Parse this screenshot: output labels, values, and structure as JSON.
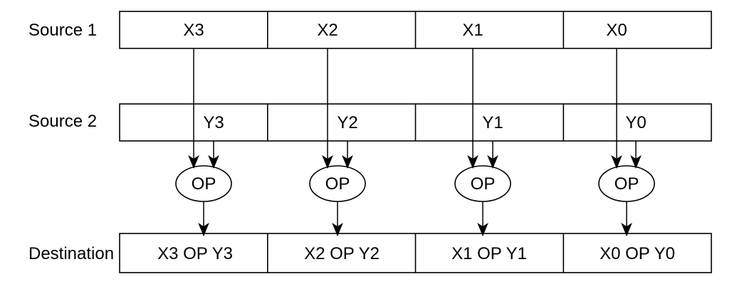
{
  "diagram": {
    "description": "Packed SIMD operation on four data elements",
    "background_color": "#ffffff",
    "line_color": "#000000",
    "rows": [
      {
        "label": "Source 1",
        "cells": [
          "X3",
          "X2",
          "X1",
          "X0"
        ]
      },
      {
        "label": "Source 2",
        "cells": [
          "Y3",
          "Y2",
          "Y1",
          "Y0"
        ]
      },
      {
        "label": "Destination",
        "cells": [
          "X3 OP Y3",
          "X2 OP Y2",
          "X1 OP Y1",
          "X0 OP Y0"
        ]
      }
    ],
    "operators": [
      "OP",
      "OP",
      "OP",
      "OP"
    ]
  }
}
